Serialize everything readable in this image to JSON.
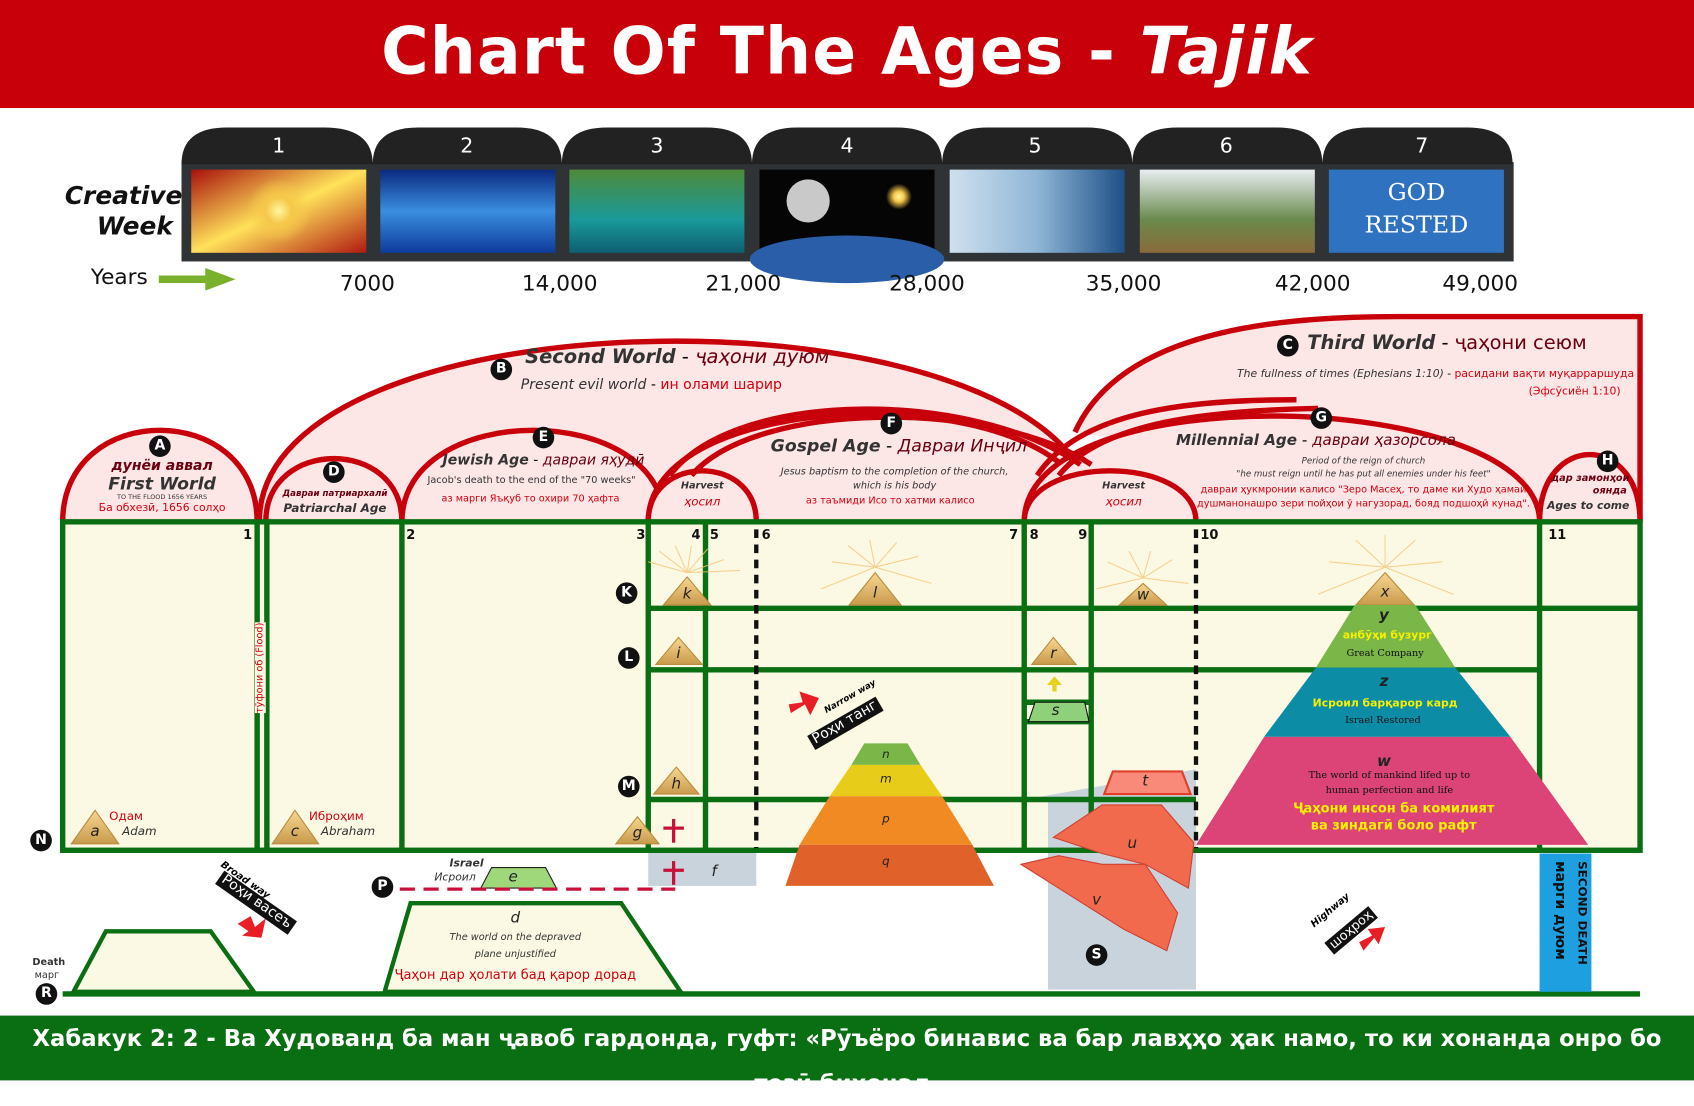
{
  "title": {
    "main": "Chart Of The Ages - ",
    "accent": "Tajik"
  },
  "creative_week": {
    "label_line1": "Creative",
    "label_line2": "Week",
    "days": [
      "1",
      "2",
      "3",
      "4",
      "5",
      "6",
      "7"
    ],
    "day7_text_line1": "GOD",
    "day7_text_line2": "RESTED"
  },
  "years": {
    "label": "Years",
    "values": [
      "7000",
      "14,000",
      "21,000",
      "28,000",
      "35,000",
      "42,000",
      "49,000"
    ]
  },
  "worlds": {
    "A": {
      "letter": "A",
      "tj": "дунёи аввал",
      "en": "First World",
      "note": "TO THE FLOOD 1656 YEARS",
      "tj_note": "Ба обхезӣ, 1656 солҳо"
    },
    "B": {
      "letter": "B",
      "en": "Second World",
      "tj": "ҷаҳони дуюм",
      "sub_en": "Present evil world",
      "sub_tj": "ин олами шарир"
    },
    "C": {
      "letter": "C",
      "en": "Third World",
      "tj": "ҷаҳони сеюм",
      "sub_en": "The fullness of times (Ephesians 1:10)",
      "sub_tj": "расидани вақти муқарраршуда",
      "sub_tj2": "(Эфсӯсиён 1:10)"
    }
  },
  "ages": {
    "D": {
      "letter": "D",
      "tj": "Даврaи патриархалӣ",
      "en": "Patriarchal Age"
    },
    "E": {
      "letter": "E",
      "en": "Jewish Age",
      "tj": "даврaи яҳудӣ",
      "desc": "Jacob's death to the end of the \"70 weeks\"",
      "desc_tj": "аз марги Яъқуб то охири 70 ҳафта"
    },
    "F": {
      "letter": "F",
      "en": "Gospel  Age",
      "tj": "Даврaи Инҷил",
      "desc1": "Jesus baptism to the completion of the church,",
      "desc2": "which is his body",
      "desc_tj": "аз таъмиди Исо то хатми калисо"
    },
    "G": {
      "letter": "G",
      "en": "Millennial Age",
      "tj": "даврaи ҳазорсола",
      "desc1": "Period of the reign of church",
      "desc2": "\"he must reign until he has put all enemies under his feet\"",
      "desc_tj1": "даврaи ҳукмронии калисо \"Зеро Масеҳ, то даме ки Худо ҳамаи",
      "desc_tj2": "душманонашро зери пойҳои ӯ нагузорад, бояд подшоҳӣ кунад\"."
    },
    "H": {
      "letter": "H",
      "tj1": "дар замонҳои",
      "tj2": "оянда",
      "en": "Ages to come"
    }
  },
  "harvest": {
    "en": "Harvest",
    "tj": "ҳосил"
  },
  "flood": "тӯфони об (Flood)",
  "numbers": [
    "1",
    "2",
    "3",
    "4",
    "5",
    "6",
    "7",
    "8",
    "9",
    "10",
    "11"
  ],
  "planes": [
    "K",
    "L",
    "M",
    "N",
    "P",
    "R",
    "S"
  ],
  "labels": {
    "a": "a",
    "c": "c",
    "g": "g",
    "k": "k",
    "i": "i",
    "h": "h",
    "l": "l",
    "r": "r",
    "s": "s",
    "w": "w",
    "x": "x",
    "t": "t",
    "u": "u",
    "v": "v",
    "d": "d",
    "e": "e",
    "f": "f",
    "n": "n",
    "m": "m",
    "p": "p",
    "q": "q",
    "y": "y",
    "z": "z",
    "w2": "w"
  },
  "people": {
    "adam_tj": "Одам",
    "adam_en": "Adam",
    "abraham_tj": "Иброҳим",
    "abraham_en": "Abraham"
  },
  "ways": {
    "broad_en": "Broad way",
    "broad_tj": "Роҳи васеъ",
    "narrow_en": "Narrow way",
    "narrow_tj": "Роҳи танг",
    "highway_en": "Highway",
    "highway_tj": "шоҳроҳ"
  },
  "israel": {
    "en": "Israel",
    "tj": "Исроил"
  },
  "death": {
    "en": "Death",
    "tj": "марг"
  },
  "d_plane": {
    "line1": "The world on the depraved",
    "line2": "plane unjustified",
    "tj": "Ҷаҳон дар ҳолати бад қарор дорад"
  },
  "pyramid": {
    "y_tj": "анбӯҳи бузург",
    "y_en": "Great Company",
    "z_tj": "Исроил барқарор кард",
    "z_en": "Israel Restored",
    "w_en1": "The world of mankind lifed up to",
    "w_en2": "human perfection and life",
    "w_tj1": "Ҷаҳони инсон ба комилият",
    "w_tj2": "ва зиндагӣ боло рафт"
  },
  "second_death": {
    "en": "SECOND DEATH",
    "tj": "марги дуюм"
  },
  "footer": "Хабакук 2: 2 - Ва Худованд ба ман ҷавоб гардонда, гуфт: «Рӯъёро бинавис ва бар лавҳҳо ҳак намо, то ки хонанда онро бо тезӣ бихонад.",
  "colors": {
    "red": "#c8000a",
    "green": "#0a6e12",
    "pink": "#fce6e6",
    "cream": "#fbf9e4"
  }
}
